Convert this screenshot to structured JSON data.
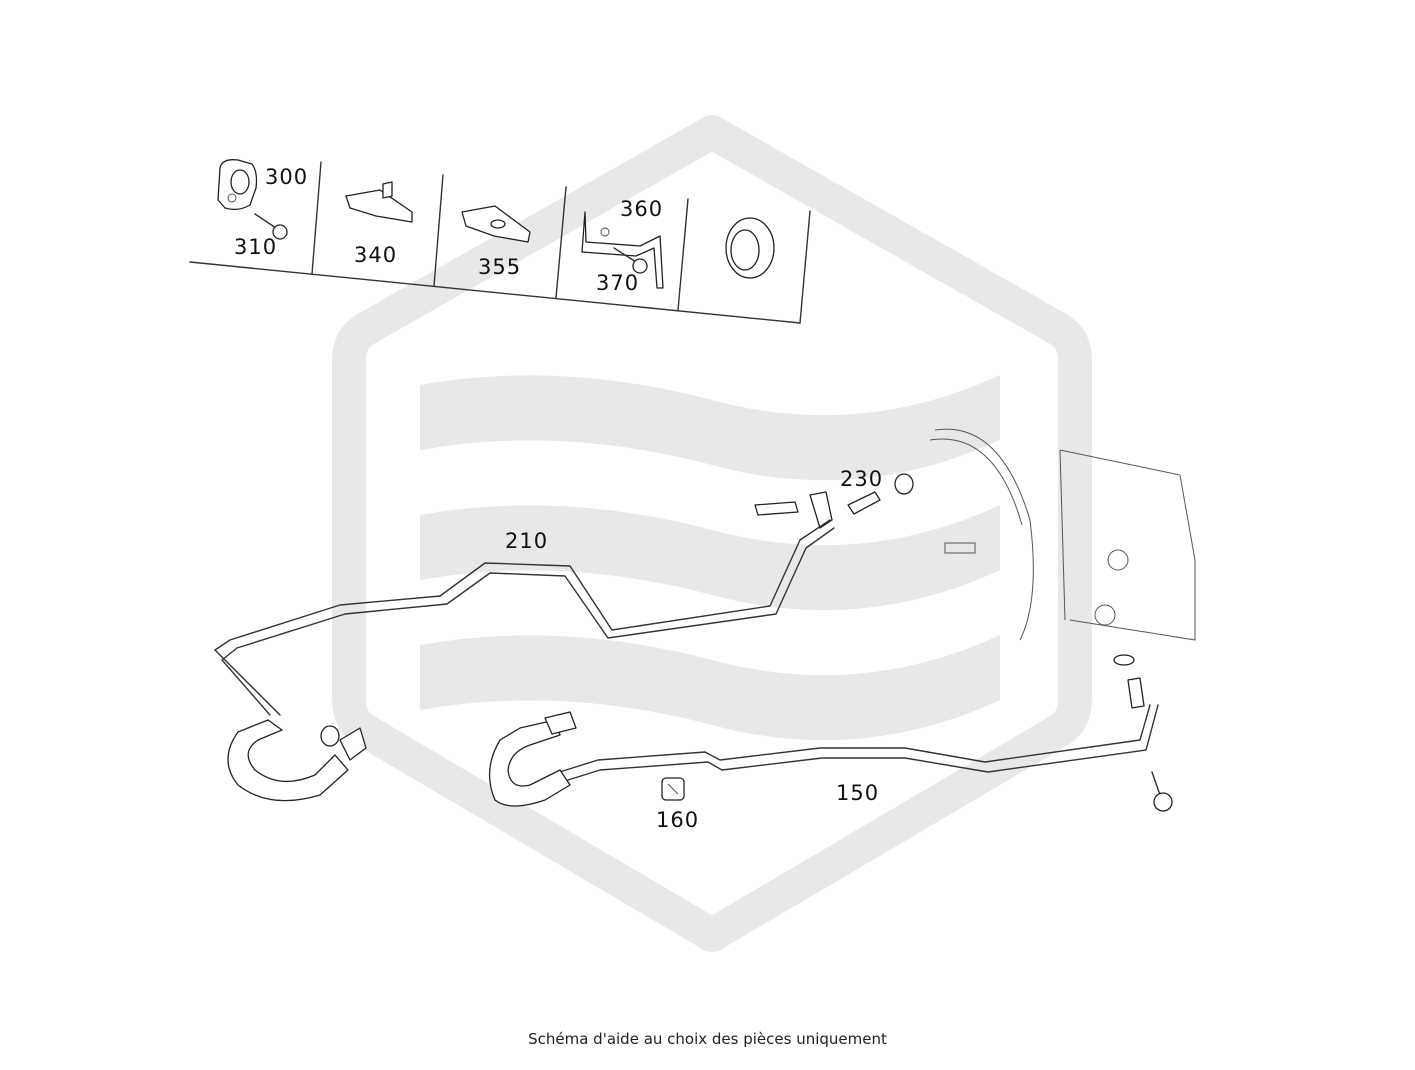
{
  "callouts": {
    "p300": "300",
    "p310": "310",
    "p340": "340",
    "p355": "355",
    "p360": "360",
    "p370": "370",
    "p230": "230",
    "p210": "210",
    "p150": "150",
    "p160": "160"
  },
  "caption": "Schéma d'aide au choix des pièces uniquement",
  "colors": {
    "watermark": "#e6e6e6",
    "line": "#333333",
    "background": "#ffffff"
  },
  "icons": {
    "watermark": "hexagon-logo-watermark"
  }
}
